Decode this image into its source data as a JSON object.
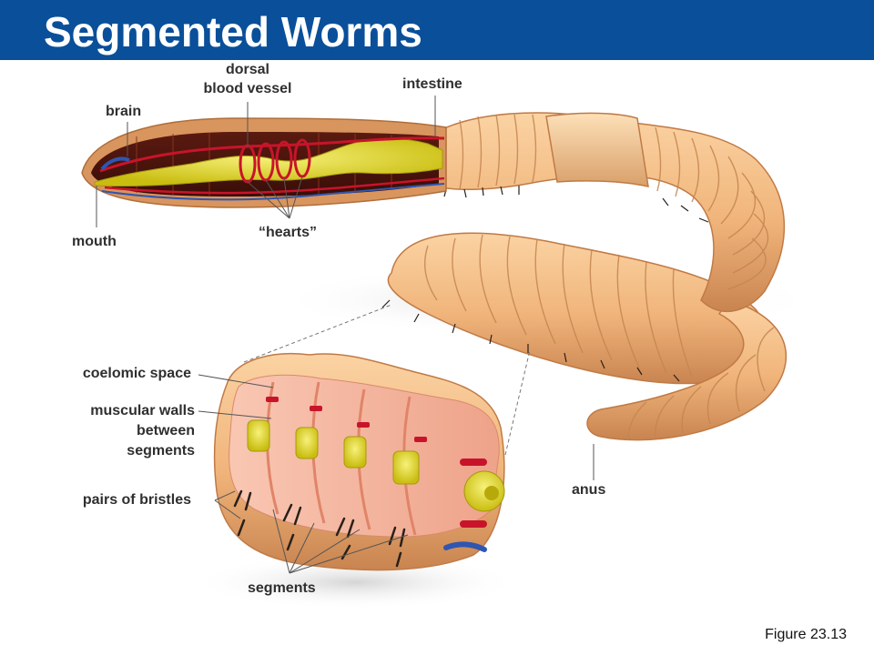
{
  "title": "Segmented Worms",
  "labels": {
    "dorsal_vessel_1": "dorsal",
    "dorsal_vessel_2": "blood vessel",
    "intestine": "intestine",
    "brain": "brain",
    "mouth": "mouth",
    "hearts": "“hearts”",
    "coelomic_space": "coelomic space",
    "muscular_walls_1": "muscular walls",
    "muscular_walls_2": "between",
    "muscular_walls_3": "segments",
    "bristles": "pairs of bristles",
    "segments": "segments",
    "anus": "anus"
  },
  "caption": "Figure 23.13",
  "colors": {
    "title_bar": "#0a4f9a",
    "worm_body": "#f0b47a",
    "worm_shadow": "#d68f55",
    "intestine": "#e6dc2a",
    "vessel": "#c8142a",
    "nerve": "#2f56b0"
  }
}
